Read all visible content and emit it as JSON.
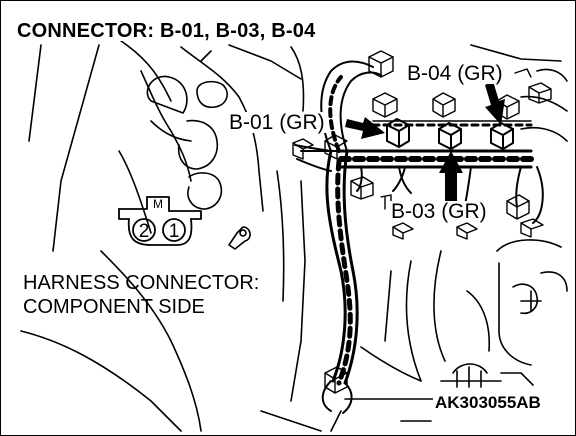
{
  "title": "CONNECTOR: B-01, B-03, B-04",
  "callouts": {
    "b04": "B-04 (GR)",
    "b01": "B-01 (GR)",
    "b03": "B-03 (GR)"
  },
  "harness_caption": {
    "line1": "HARNESS CONNECTOR:",
    "line2": "COMPONENT SIDE"
  },
  "connector_face": {
    "key": "M",
    "pins": [
      "2",
      "1"
    ]
  },
  "figure_code": "AK303055AB",
  "colors": {
    "ink": "#000000",
    "paper": "#ffffff"
  }
}
